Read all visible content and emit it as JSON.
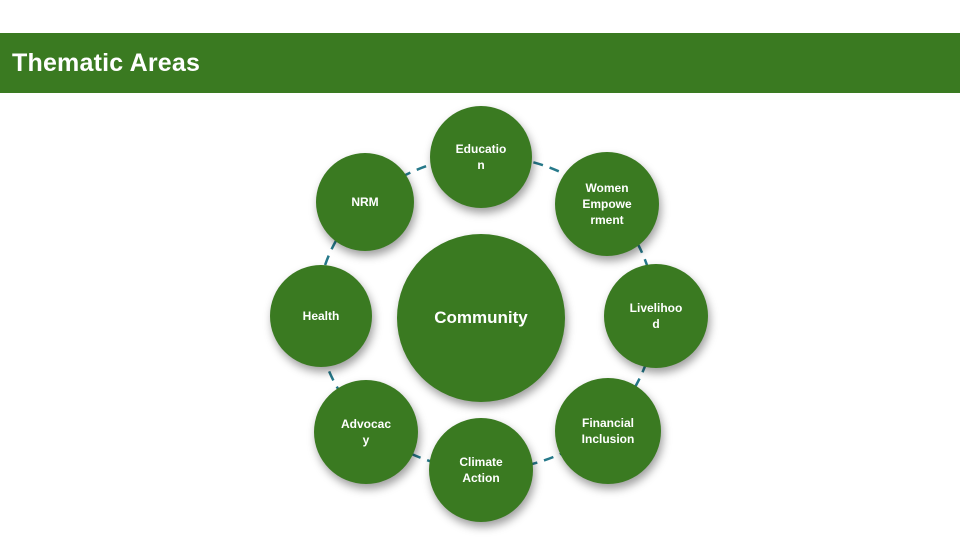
{
  "slide": {
    "title": "Thematic Areas"
  },
  "colors": {
    "green": "#3A7A21",
    "dash": "#26798A",
    "text": "#FFFFFF",
    "bg": "#FFFFFF"
  },
  "diagram": {
    "center": {
      "label": "Community",
      "display": "Community"
    },
    "ring": [
      {
        "label": "Education",
        "display": "Educatio\nn"
      },
      {
        "label": "Women Empowerment",
        "display": "Women\nEmpowe\nrment"
      },
      {
        "label": "Livelihood",
        "display": "Livelihoo\nd"
      },
      {
        "label": "Financial Inclusion",
        "display": "Financial\nInclusion"
      },
      {
        "label": "Climate Action",
        "display": "Climate\nAction"
      },
      {
        "label": "Advocacy",
        "display": "Advocac\ny"
      },
      {
        "label": "Health",
        "display": "Health"
      },
      {
        "label": "NRM",
        "display": "NRM"
      }
    ]
  }
}
